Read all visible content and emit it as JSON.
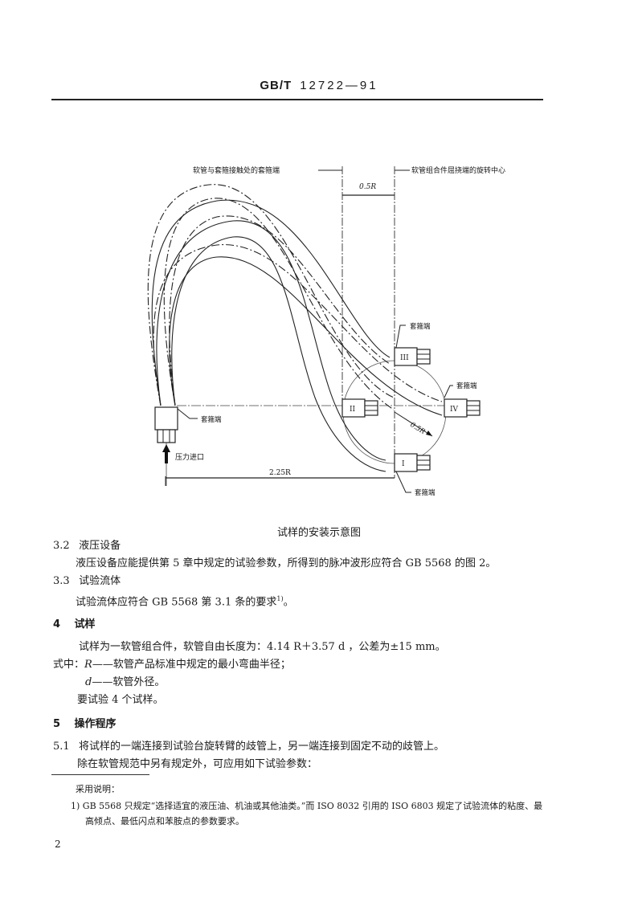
{
  "header": {
    "standard_prefix": "GB/T",
    "standard_number": "12722—91"
  },
  "figure": {
    "caption": "试样的安装示意图",
    "labels": {
      "top_left": "软管与套箍接触处的套箍端",
      "top_right": "软管组合件屈挠端的旋转中心",
      "dim_top": "0.5R",
      "dim_radius": "0.5R",
      "dim_bottom": "2.25R",
      "ferrule_III": "套箍端",
      "ferrule_IV": "套箍端",
      "ferrule_inlet": "套箍端",
      "ferrule_I": "套箍端",
      "pressure_inlet": "压力进口"
    },
    "positions": [
      "I",
      "II",
      "III",
      "IV"
    ]
  },
  "sections": {
    "s3_2": {
      "number": "3.2",
      "title": "液压设备",
      "body": "液压设备应能提供第 5 章中规定的试验参数，所得到的脉冲波形应符合 GB 5568 的图 2。"
    },
    "s3_3": {
      "number": "3.3",
      "title": "试验流体",
      "body": "试验流体应符合 GB 5568 第 3.1 条的要求",
      "footnote_ref": "1)",
      "body_end": "。"
    },
    "s4": {
      "number": "4",
      "title": "试样",
      "line1": "试样为一软管组合件，软管自由长度为：4.14 R＋3.57 d ，公差为±15 mm。",
      "line2_prefix": "式中：",
      "line2_var": "R",
      "line2_text": "——软管产品标准中规定的最小弯曲半径；",
      "line3_var": "d",
      "line3_text": "——软管外径。",
      "line4": "要试验 4 个试样。"
    },
    "s5": {
      "number": "5",
      "title": "操作程序"
    },
    "s5_1": {
      "number": "5.1",
      "line1": "将试样的一端连接到试验台旋转臂的歧管上，另一端连接到固定不动的歧管上。",
      "line2": "除在软管规范中另有规定外，可应用如下试验参数："
    }
  },
  "footnotes": {
    "heading": "采用说明：",
    "note1_line1": "1) GB 5568 只规定“选择适宜的液压油、机油或其他油类。”而 ISO 8032 引用的 ISO 6803 规定了试验流体的粘度、最",
    "note1_line2": "高倾点、最低闪点和苯胺点的参数要求。"
  },
  "page_number": "2"
}
